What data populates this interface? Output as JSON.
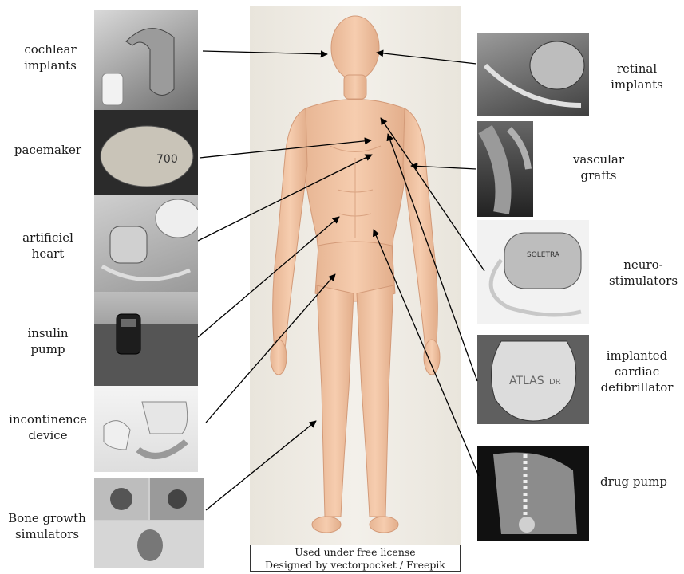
{
  "labels": {
    "cochlear": "cochlear\nimplants",
    "pacemaker": "pacemaker",
    "heart": "artificiel\nheart",
    "insulin": "insulin\npump",
    "incontinence": "incontinence\ndevice",
    "bone": "Bone growth\nsimulators",
    "retinal": "retinal\nimplants",
    "vascular": "vascular\ngrafts",
    "neuro": "neuro-\nstimulators",
    "icd": "implanted\ncardiac\ndefibrillator",
    "drug": "drug pump"
  },
  "photo_text": {
    "pacemaker_model": "700",
    "neuro_brand": "SOLETRA",
    "icd_brand": "ATLAS",
    "icd_model": "DR"
  },
  "credit": "Used under free license\nDesigned by vectorpocket / Freepik"
}
